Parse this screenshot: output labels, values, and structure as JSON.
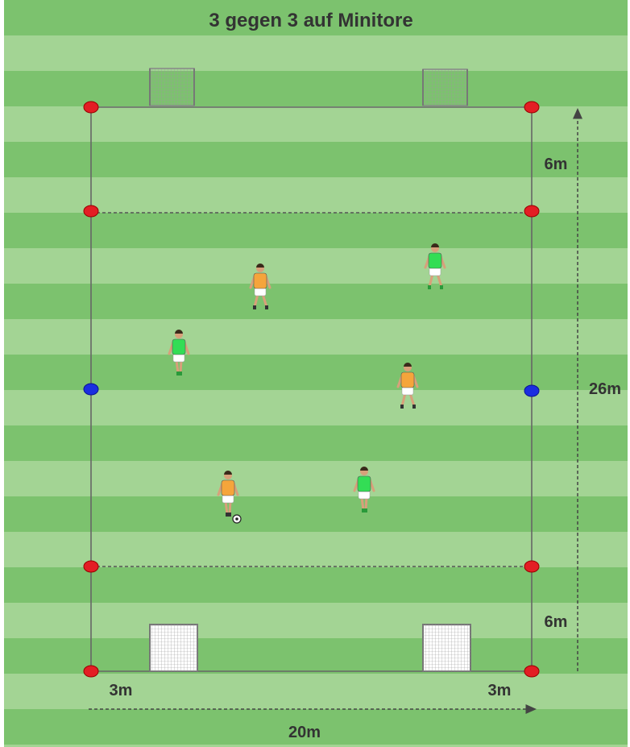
{
  "title": "3 gegen 3 auf Minitore",
  "measurements": {
    "top_zone": "6m",
    "bottom_zone": "6m",
    "total_length": "26m",
    "left_offset": "3m",
    "right_offset": "3m",
    "width": "20m"
  },
  "colors": {
    "stripe_dark": "#7cc26e",
    "stripe_light": "#a3d494",
    "line": "#666666",
    "cone_red": "#e31e24",
    "cone_blue": "#1a2ee0",
    "team_green": "#33dd55",
    "team_orange": "#f5a53b",
    "label": "#333333"
  },
  "elements": {
    "goals": 4,
    "red_cones": 8,
    "blue_cones": 2,
    "players_green": 3,
    "players_orange": 3,
    "balls": 1
  }
}
